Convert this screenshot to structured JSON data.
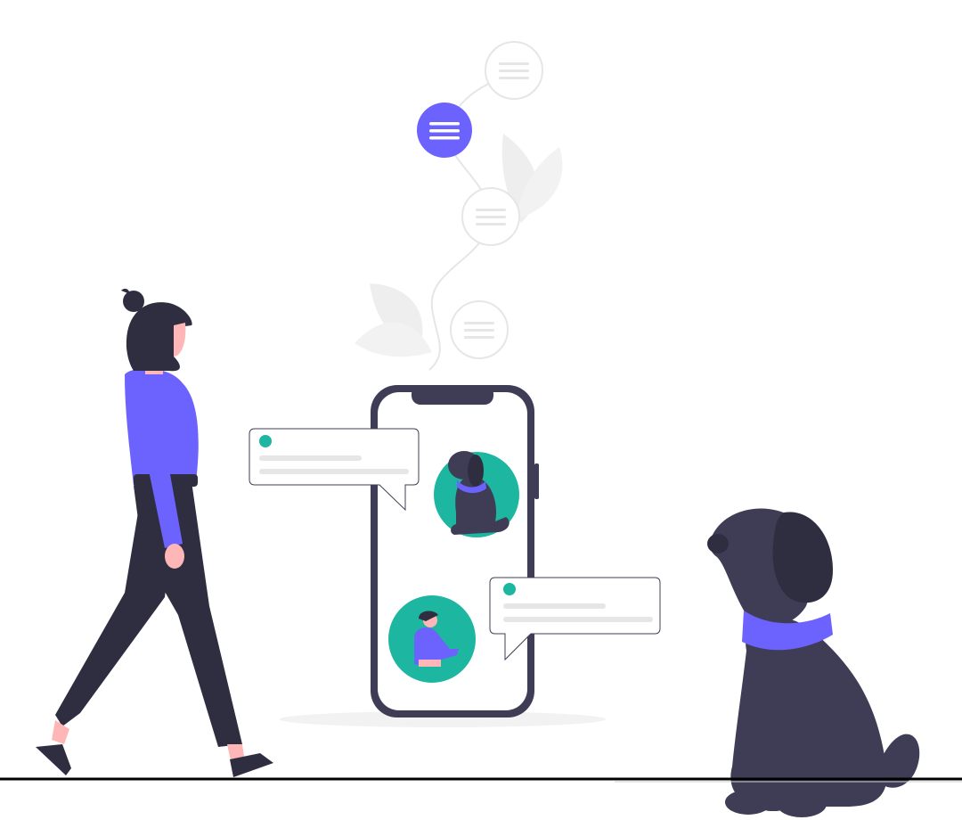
{
  "illustration": {
    "subject": "person-walking-with-phone-chat-and-dog",
    "colors": {
      "accent": "#6c63ff",
      "teal": "#1db6a0",
      "dark": "#2f2e41",
      "dog": "#3f3d56",
      "skin": "#ffb6b6",
      "light_gray": "#e6e6e6",
      "line": "#000000"
    },
    "icons": [
      "menu-icon-faded",
      "menu-icon-active",
      "menu-icon-faded",
      "menu-icon-faded"
    ],
    "chat_bubbles": [
      {
        "side": "left",
        "avatar": "dog"
      },
      {
        "side": "right",
        "avatar": "person"
      }
    ]
  }
}
